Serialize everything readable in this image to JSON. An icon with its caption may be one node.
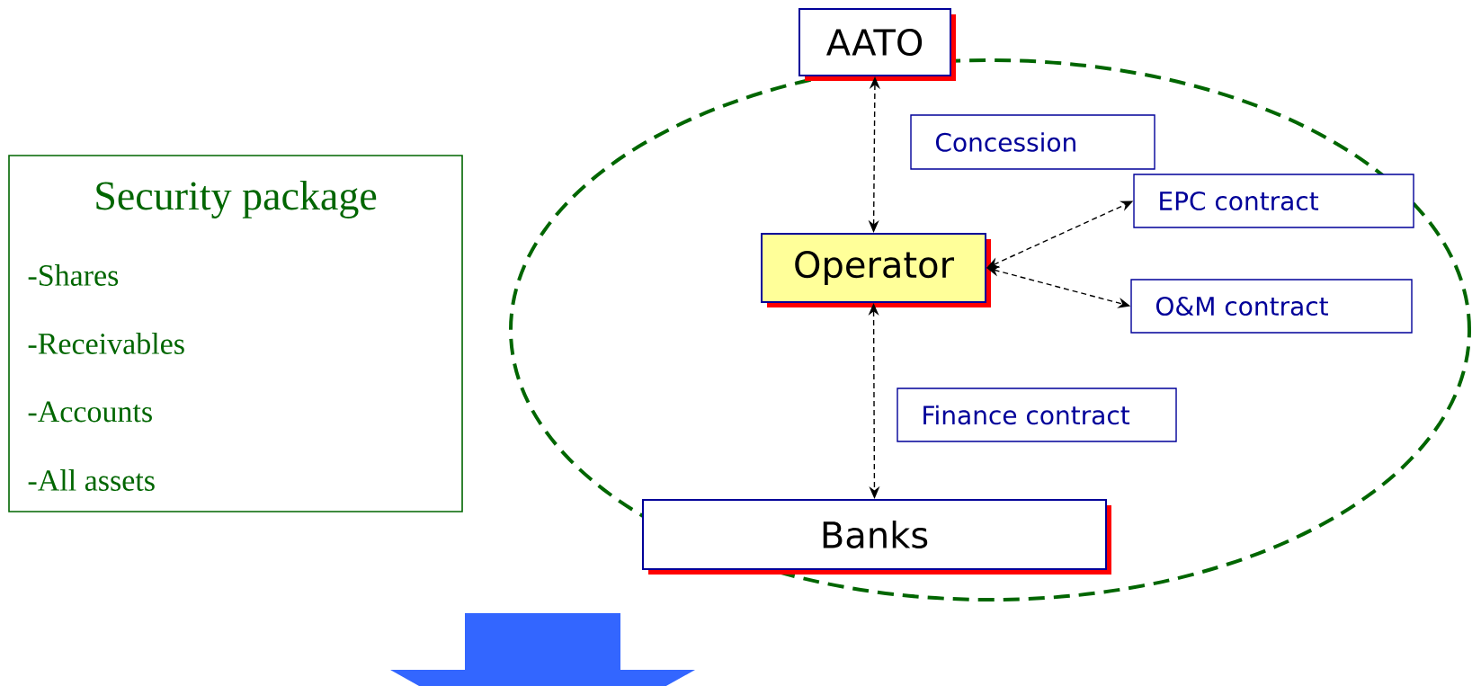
{
  "diagram": {
    "nodes": [
      {
        "text": [
          "AATO"
        ]
      },
      {
        "text": [
          "Concession"
        ]
      },
      {
        "text": [
          "EPC contract"
        ]
      },
      {
        "text": [
          "Operator"
        ]
      },
      {
        "text": [
          "O&M contract"
        ]
      },
      {
        "text": [
          "Finance contract"
        ]
      },
      {
        "text": [
          "Banks"
        ]
      },
      {
        "text": [
          "Security package",
          "-Shares",
          "-Receivables",
          "-Accounts",
          "-All assets"
        ]
      }
    ],
    "edges": [
      {
        "from": 0,
        "to": 3,
        "arrow": "both",
        "style": "dashed"
      },
      {
        "from": 3,
        "to": 2,
        "arrow": "both",
        "style": "dashed"
      },
      {
        "from": 3,
        "to": 4,
        "arrow": "both",
        "style": "dashed"
      },
      {
        "from": 3,
        "to": 6,
        "arrow": "both",
        "style": "dashed"
      }
    ]
  }
}
